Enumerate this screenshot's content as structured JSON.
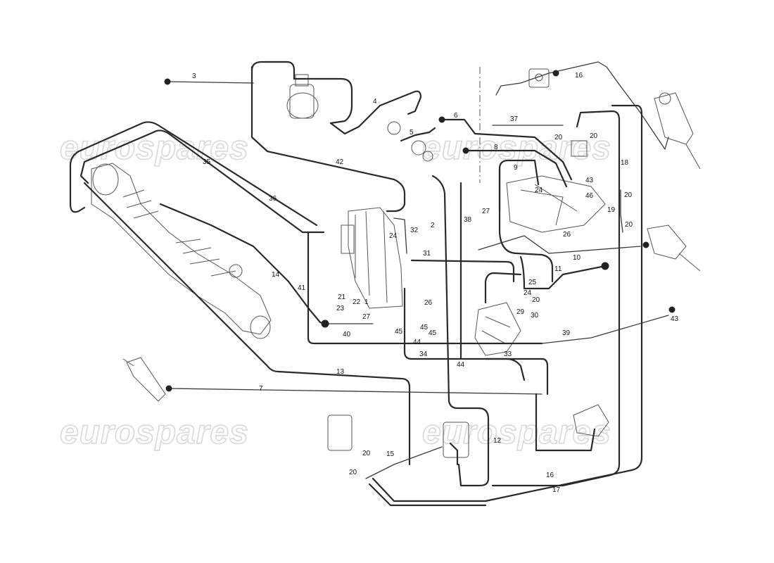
{
  "watermark": {
    "text": "eurospares"
  },
  "callouts": {
    "c3": "3",
    "c4": "4",
    "c5": "5",
    "c6": "6",
    "c37": "37",
    "c16a": "16",
    "c8": "8",
    "c9": "9",
    "c20a": "20",
    "c20b": "20",
    "c18": "18",
    "c42": "42",
    "c35": "35",
    "c36": "36",
    "c43a": "43",
    "c46": "46",
    "c24a": "24",
    "c27a": "27",
    "c20c": "20",
    "c19": "19",
    "c20d": "20",
    "c2": "2",
    "c32": "32",
    "c24b": "24",
    "c38": "38",
    "c26a": "26",
    "c10": "10",
    "c11": "11",
    "c31": "31",
    "c41": "41",
    "c14": "14",
    "c25": "25",
    "c24c": "24",
    "c20e": "20",
    "c29": "29",
    "c30": "30",
    "c21": "21",
    "c22": "22",
    "c1": "1",
    "c23": "23",
    "c26b": "26",
    "c27b": "27",
    "c40": "40",
    "c45a": "45",
    "c45b": "45",
    "c45c": "45",
    "c44a": "44",
    "c34": "34",
    "c44b": "44",
    "c33": "33",
    "c39": "39",
    "c43b": "43",
    "c13": "13",
    "c7": "7",
    "c12": "12",
    "c20f": "20",
    "c15": "15",
    "c20g": "20",
    "c16b": "16",
    "c17": "17"
  }
}
